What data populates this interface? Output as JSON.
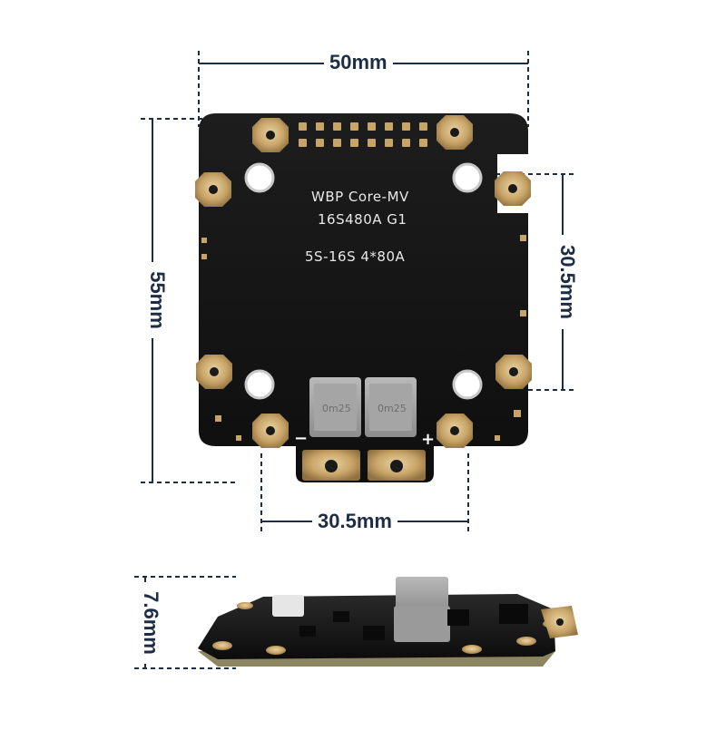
{
  "dimensions": {
    "width_label": "50mm",
    "height_label": "55mm",
    "mount_vertical_label": "30.5mm",
    "mount_horizontal_label": "30.5mm",
    "thickness_label": "7.6mm"
  },
  "board_silkscreen": {
    "line1": "WBP Core-MV",
    "line2": "16S480A G1",
    "line3": "5S-16S  4*80A",
    "inductor_left": "0m25",
    "inductor_right": "0m25",
    "minus_sign": "−",
    "plus_sign": "+"
  },
  "colors": {
    "dimension_line": "#1c2d45",
    "board": "#141414",
    "gold_pad": "#c8a468"
  }
}
